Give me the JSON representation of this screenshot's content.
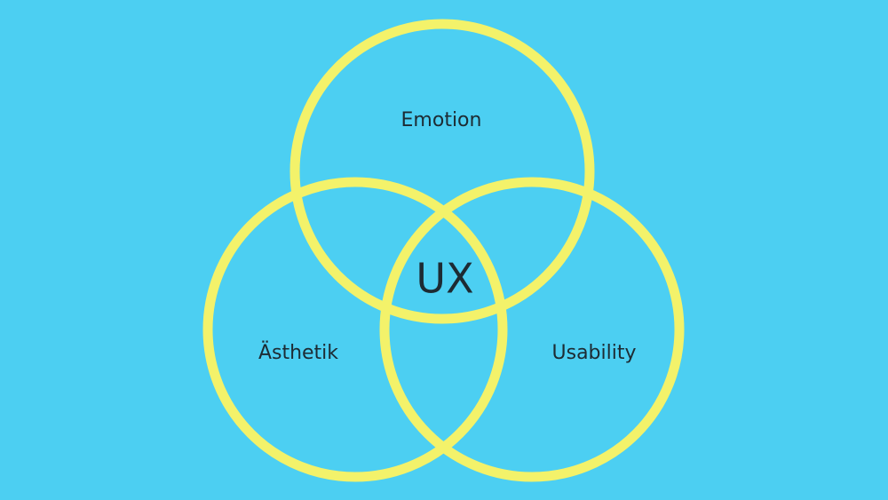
{
  "colors": {
    "background": "#4ccff2",
    "ring": "#f3f26a",
    "text": "#1d2b33"
  },
  "diagram": {
    "type": "venn",
    "sets": [
      {
        "label": "Emotion"
      },
      {
        "label": "Ästhetik"
      },
      {
        "label": "Usability"
      }
    ],
    "intersection_label": "UX"
  }
}
